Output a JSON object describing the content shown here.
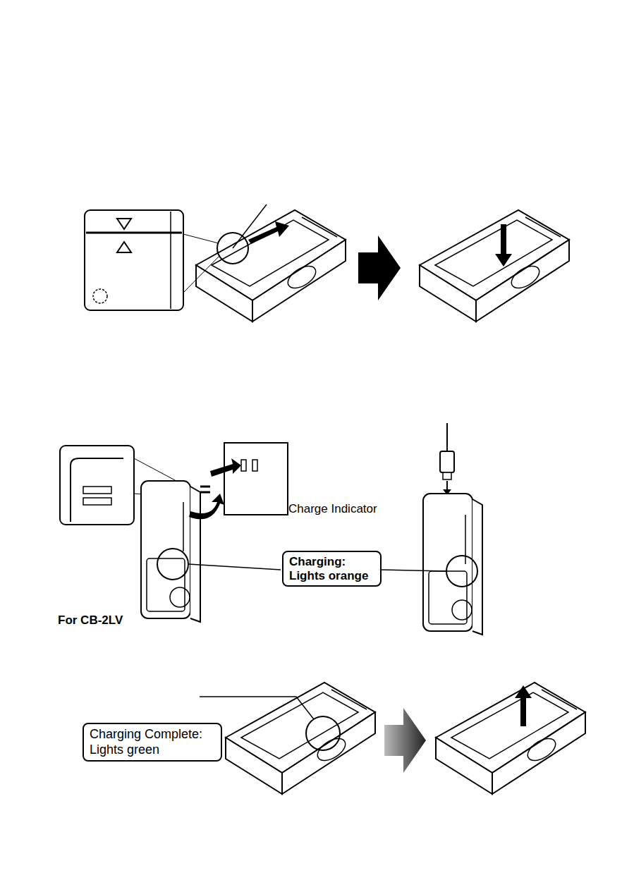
{
  "diagram": {
    "nodes": [
      {
        "text": [
          "Charging: Lights orange"
        ]
      },
      {
        "text": [
          "Charging Complete: Lights green"
        ]
      }
    ],
    "labels": [
      "Charge Indicator",
      "For CB-2LV"
    ]
  }
}
